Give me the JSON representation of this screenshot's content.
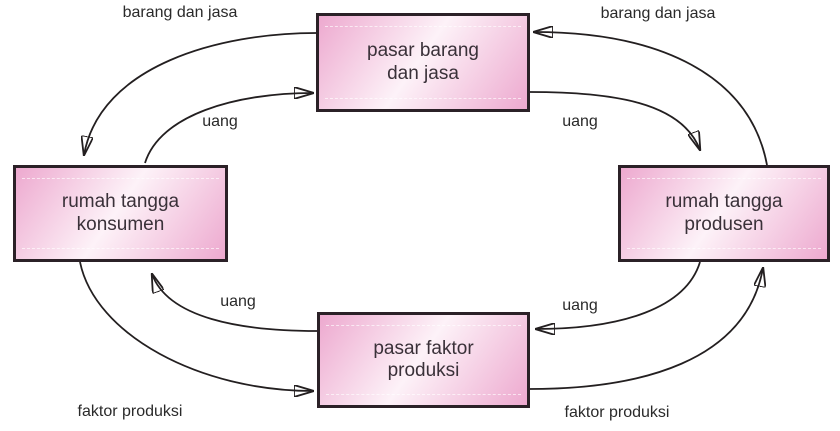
{
  "boxes": {
    "goods_market": "pasar barang\ndan jasa",
    "consumer_household": "rumah tangga\nkonsumen",
    "producer_household": "rumah tangga\nprodusen",
    "factor_market": "pasar faktor\nproduksi"
  },
  "flow_labels": {
    "goods_top_left": "barang dan jasa",
    "goods_top_right": "barang dan jasa",
    "money_top_left": "uang",
    "money_top_right": "uang",
    "money_bottom_left": "uang",
    "money_bottom_right": "uang",
    "factors_bottom_left": "faktor produksi",
    "factors_bottom_right": "faktor produksi"
  },
  "colors": {
    "background": "#ffffff",
    "box_fill_edge": "#eda9cf",
    "box_fill_highlight": "#fdf2f8",
    "box_border": "#2b2127",
    "arrow": "#231f20",
    "box_text": "#3a3139",
    "label_text": "#2a2a2a"
  }
}
